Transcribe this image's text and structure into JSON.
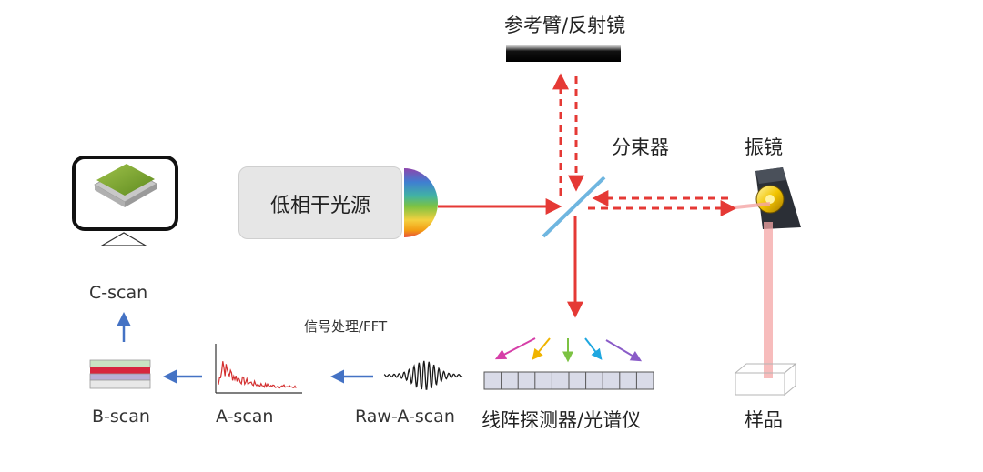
{
  "labels": {
    "reference_arm": "参考臂/反射镜",
    "beam_splitter": "分束器",
    "galvo": "振镜",
    "light_source": "低相干光源",
    "sample": "样品",
    "detector": "线阵探测器/光谱仪",
    "raw_ascan": "Raw-A-scan",
    "signal_processing": "信号处理/FFT",
    "ascan": "A-scan",
    "bscan": "B-scan",
    "cscan": "C-scan"
  },
  "colors": {
    "beam": "#e53935",
    "beam_dashed": "#e53935",
    "splitter": "#6fb6e0",
    "flow_arrow": "#4472c4",
    "sample_beam": "#f4a6a6",
    "spectrum_arrows": [
      "#d63fa8",
      "#f0b400",
      "#7cc242",
      "#1ea7e0",
      "#8a5cc8"
    ],
    "bscan_layers": [
      "#c9e2c2",
      "#d7263d",
      "#b9b0d6",
      "#e8e8e8"
    ]
  },
  "icons": {
    "monitor": "monitor-3d-cscan-icon",
    "galvo": "galvo-mirror-icon",
    "waveform": "interference-waveform-icon",
    "spectrum": "ascan-spectrum-plot-icon"
  }
}
